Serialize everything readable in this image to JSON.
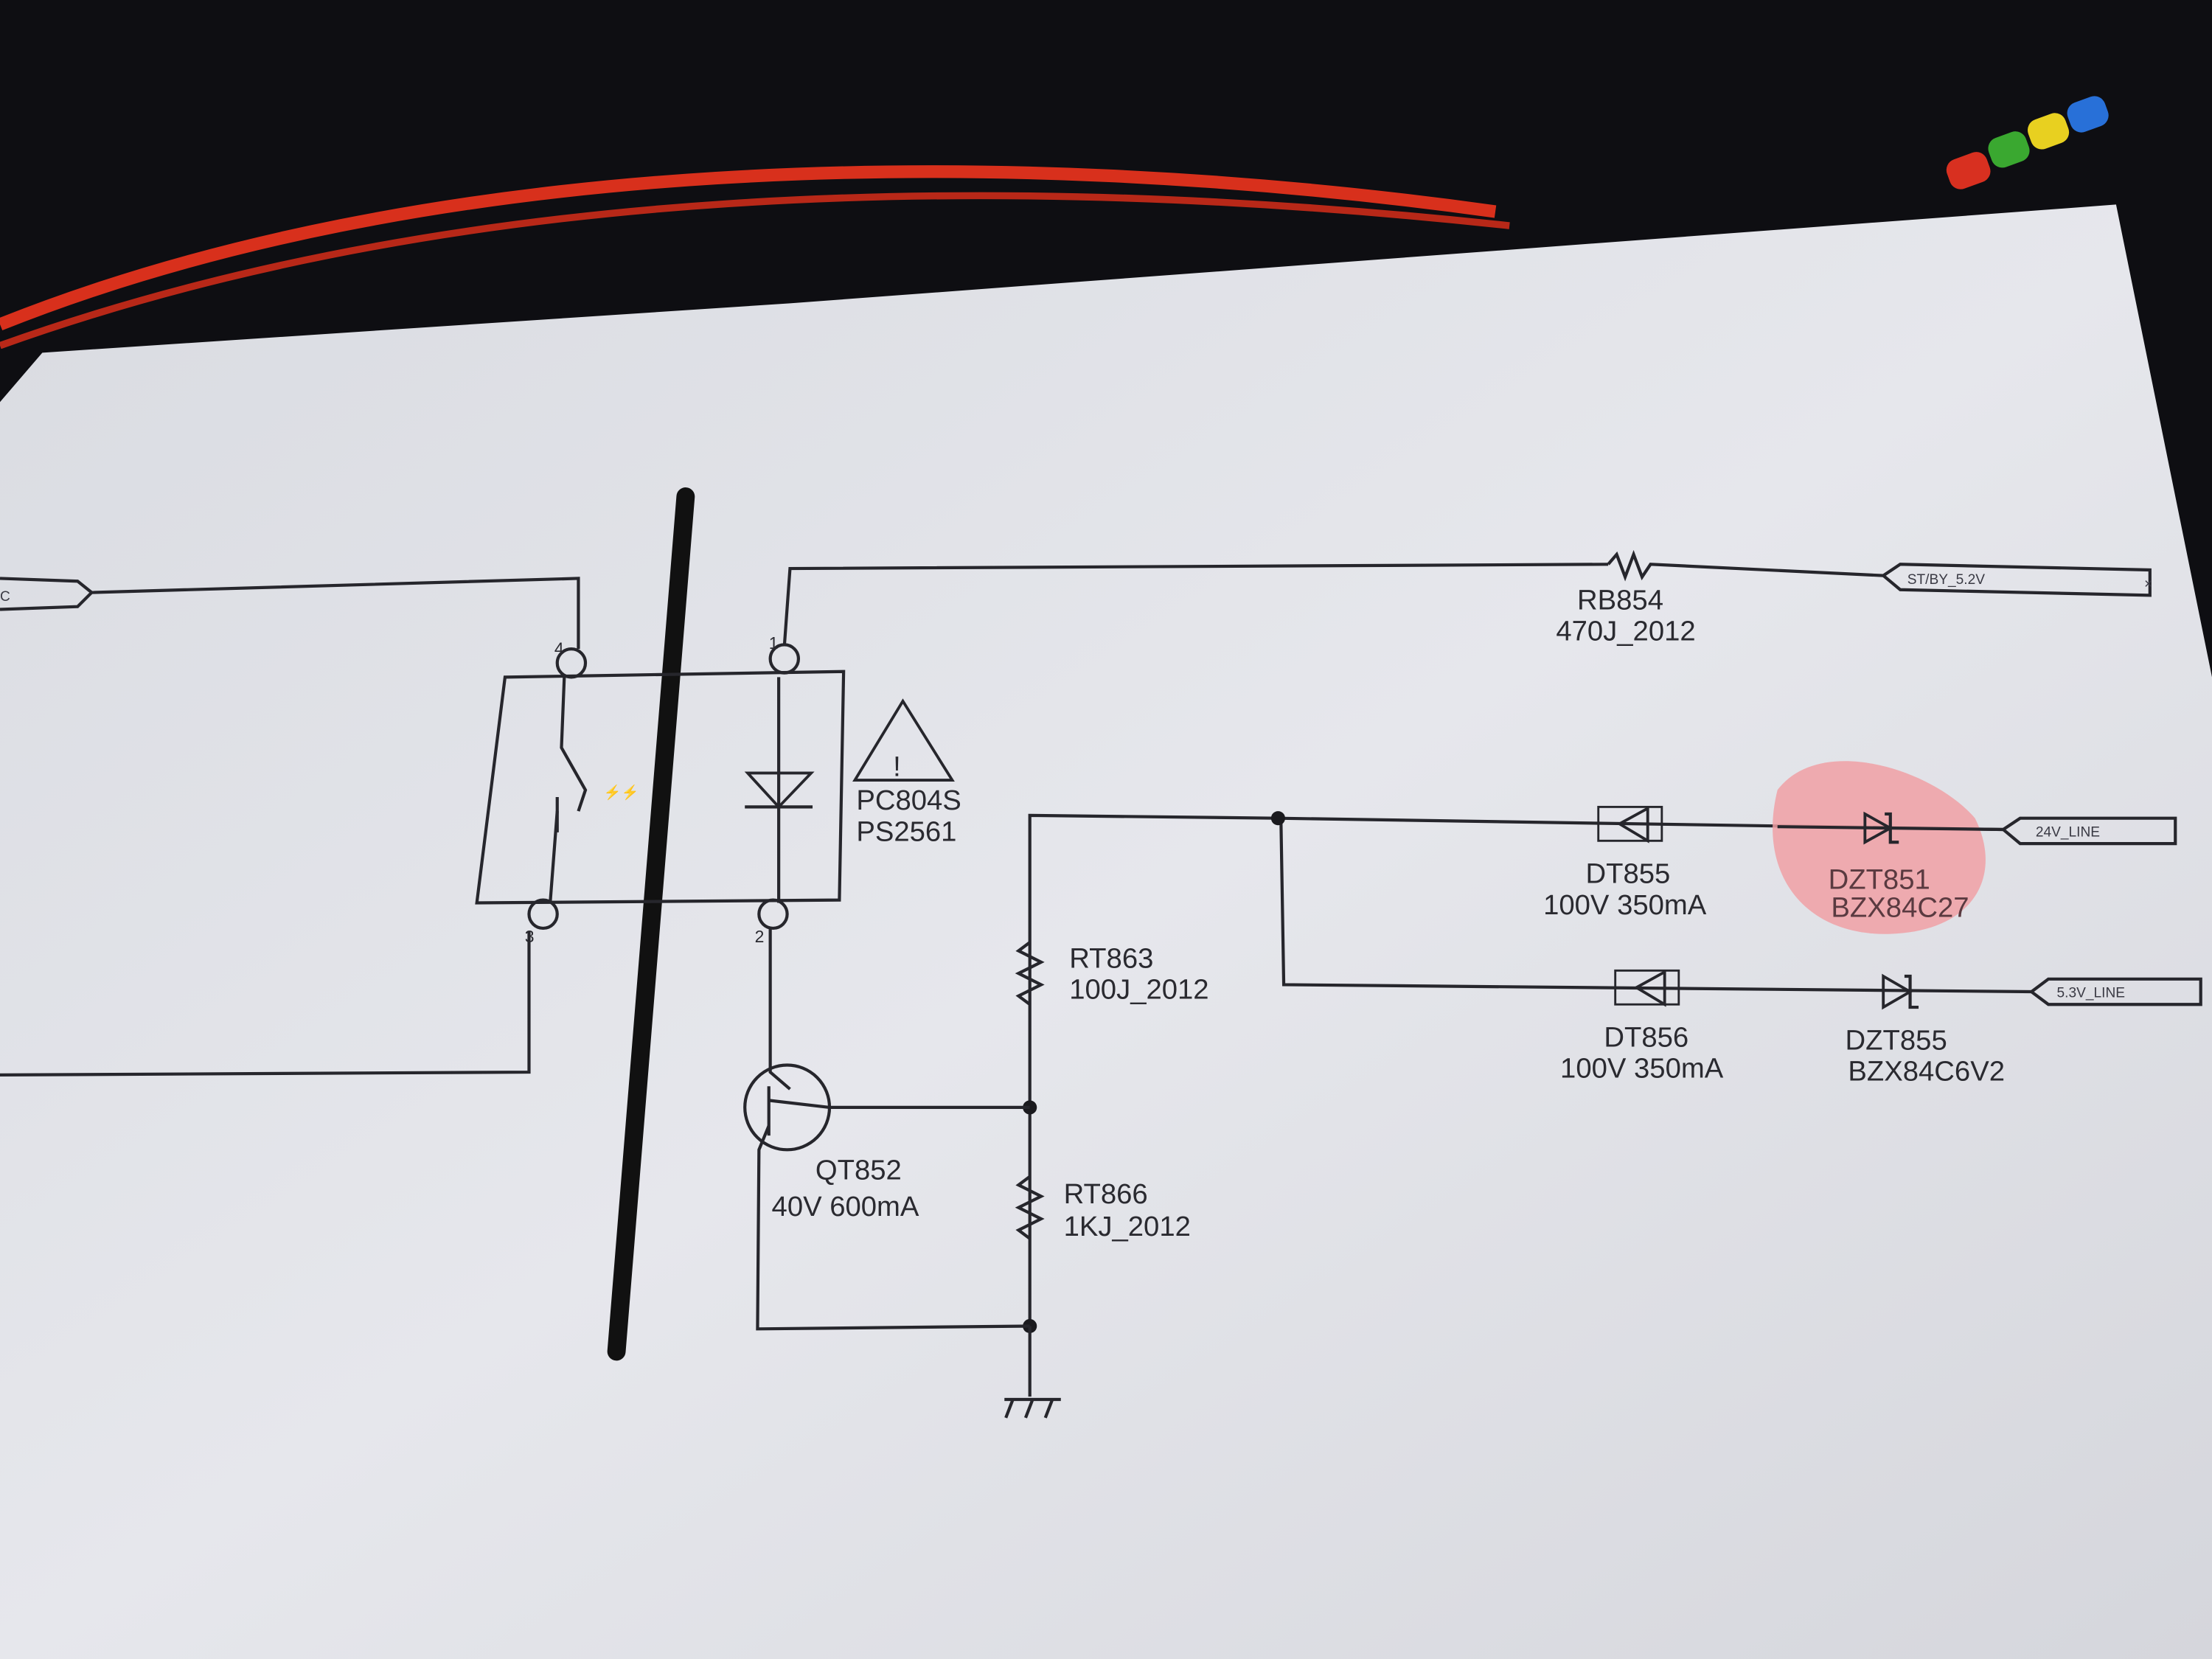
{
  "title": "Optocoupler standby feedback schematic (photographed printout)",
  "net_labels": {
    "left_partial": "C",
    "standby": "ST/BY_5.2V",
    "line_24v": "24V_LINE",
    "line_5v3": "5.3V_LINE"
  },
  "optocoupler": {
    "part1": "PC804S",
    "part2": "PS2561",
    "pins": [
      "4",
      "1",
      "3",
      "2"
    ]
  },
  "components": [
    {
      "ref": "RB854",
      "value": "470J_2012"
    },
    {
      "ref": "DT855",
      "value": "100V 350mA"
    },
    {
      "ref": "DZT851",
      "value": "BZX84C27"
    },
    {
      "ref": "DT856",
      "value": "100V 350mA"
    },
    {
      "ref": "DZT855",
      "value": "BZX84C6V2"
    },
    {
      "ref": "RT863",
      "value": "100J_2012"
    },
    {
      "ref": "RT866",
      "value": "1KJ_2012"
    },
    {
      "ref": "QT852",
      "value": "40V 600mA"
    }
  ],
  "colors": {
    "paper": "#e4e5ea",
    "ink": "#26262c",
    "highlight": "#f0a0a4",
    "cable": "#d8301c",
    "background": "#0e0e12"
  }
}
